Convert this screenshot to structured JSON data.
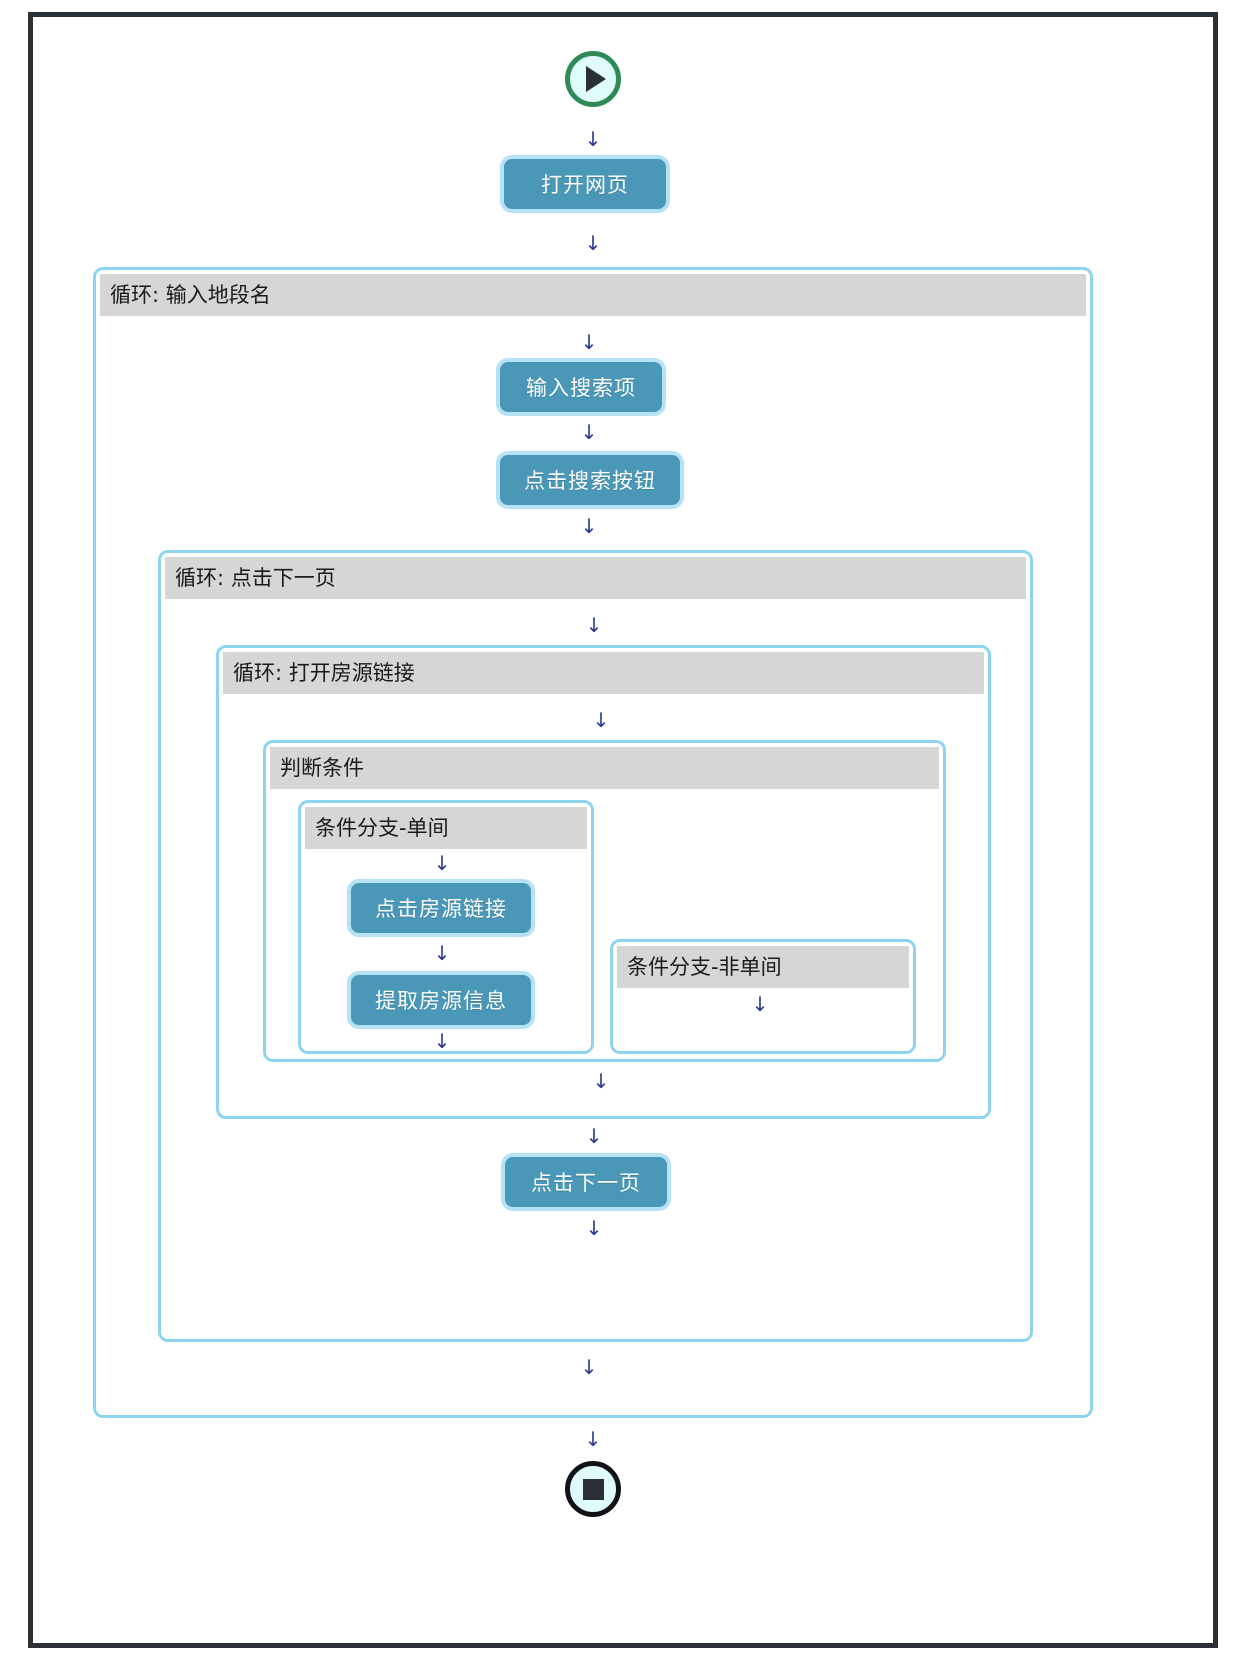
{
  "diagram": {
    "title": "RPA workflow flowchart",
    "colors": {
      "frame_border": "#2b2f36",
      "block_border": "#8ed4f0",
      "block_header_bg": "#d6d6d6",
      "action_box_bg": "#4a97b8",
      "action_box_glow": "#b5e2f5",
      "action_box_text": "#ffffff",
      "arrow": "#2b3a8f",
      "start_ring": "#2e8b57",
      "end_ring": "#111318",
      "terminal_fill": "#e0fbfb"
    },
    "nodes": {
      "start": {
        "icon": "play-icon",
        "label": ""
      },
      "end": {
        "icon": "stop-icon",
        "label": ""
      },
      "open_webpage": "打开网页",
      "input_search_term": "输入搜索项",
      "click_search_button": "点击搜索按钮",
      "click_listing_link": "点击房源链接",
      "extract_listing_info": "提取房源信息",
      "click_next_page": "点击下一页"
    },
    "blocks": {
      "loop_district_name": "循环: 输入地段名",
      "loop_next_page": "循环: 点击下一页",
      "loop_open_listing_link": "循环: 打开房源链接",
      "condition": "判断条件",
      "branch_single_room": "条件分支-单间",
      "branch_not_single_room": "条件分支-非单间"
    },
    "arrows": {
      "glyph": "↓",
      "count": 16
    }
  }
}
